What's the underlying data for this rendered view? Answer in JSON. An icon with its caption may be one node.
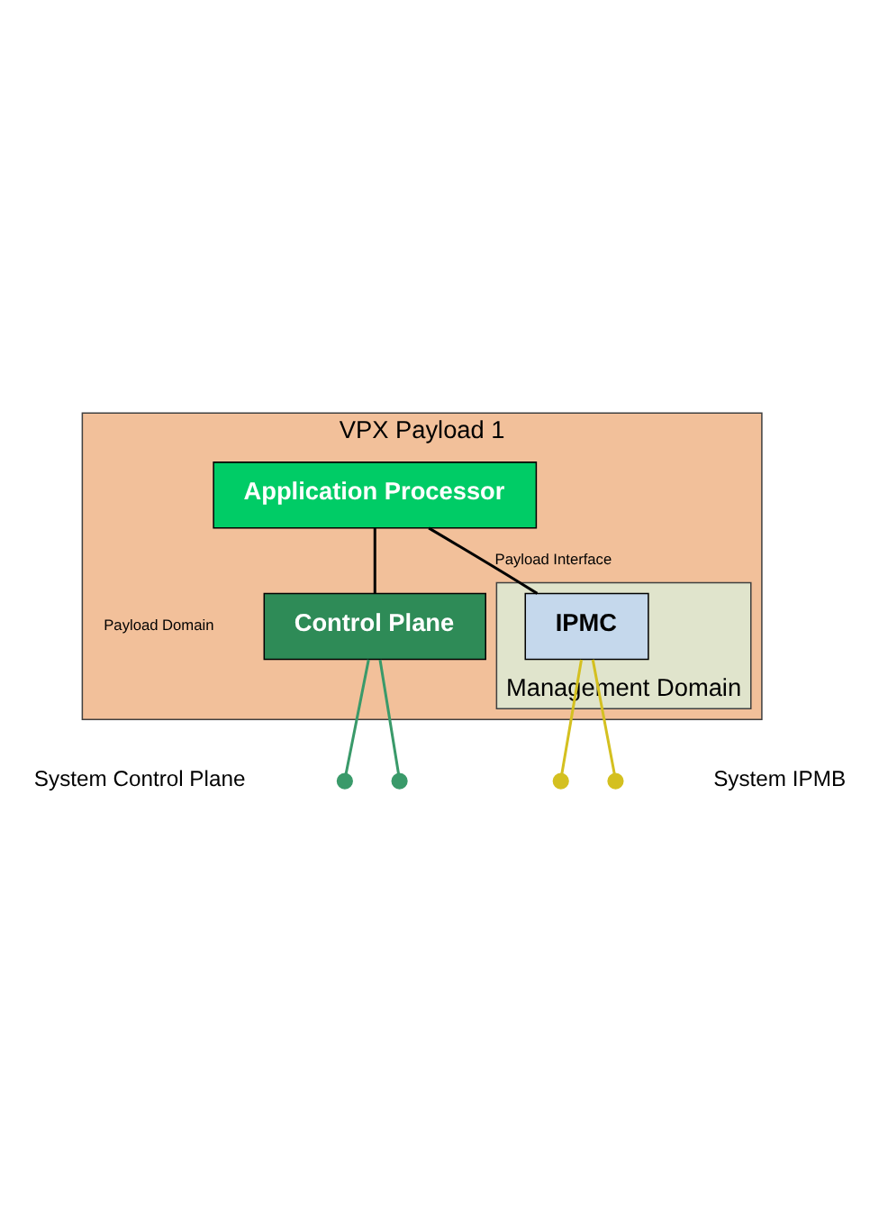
{
  "diagram": {
    "nodes": [
      {
        "text": [
          "VPX Payload 1"
        ]
      },
      {
        "text": [
          "Application Processor"
        ],
        "in": 0
      },
      {
        "text": [
          "Control Plane"
        ],
        "in": 0
      },
      {
        "text": [
          "Management Domain"
        ],
        "in": 0
      },
      {
        "text": [
          "IPMC"
        ],
        "in": 3
      },
      {
        "text": [],
        "shape": "circle"
      },
      {
        "text": [],
        "shape": "circle"
      },
      {
        "text": [],
        "shape": "circle"
      },
      {
        "text": [],
        "shape": "circle"
      }
    ],
    "edges": [
      {
        "from": 1,
        "to": 2,
        "arrow": "none"
      },
      {
        "from": 1,
        "to": 4,
        "arrow": "none",
        "label": "Payload Interface"
      },
      {
        "from": 2,
        "to": 5,
        "arrow": "none",
        "color": "#3a9a6a"
      },
      {
        "from": 2,
        "to": 6,
        "arrow": "none",
        "color": "#3a9a6a"
      },
      {
        "from": 4,
        "to": 7,
        "arrow": "none",
        "color": "#d4c020"
      },
      {
        "from": 4,
        "to": 8,
        "arrow": "none",
        "color": "#d4c020"
      }
    ],
    "labels": [
      "Payload Domain",
      "System Control Plane",
      "System IPMB"
    ]
  }
}
